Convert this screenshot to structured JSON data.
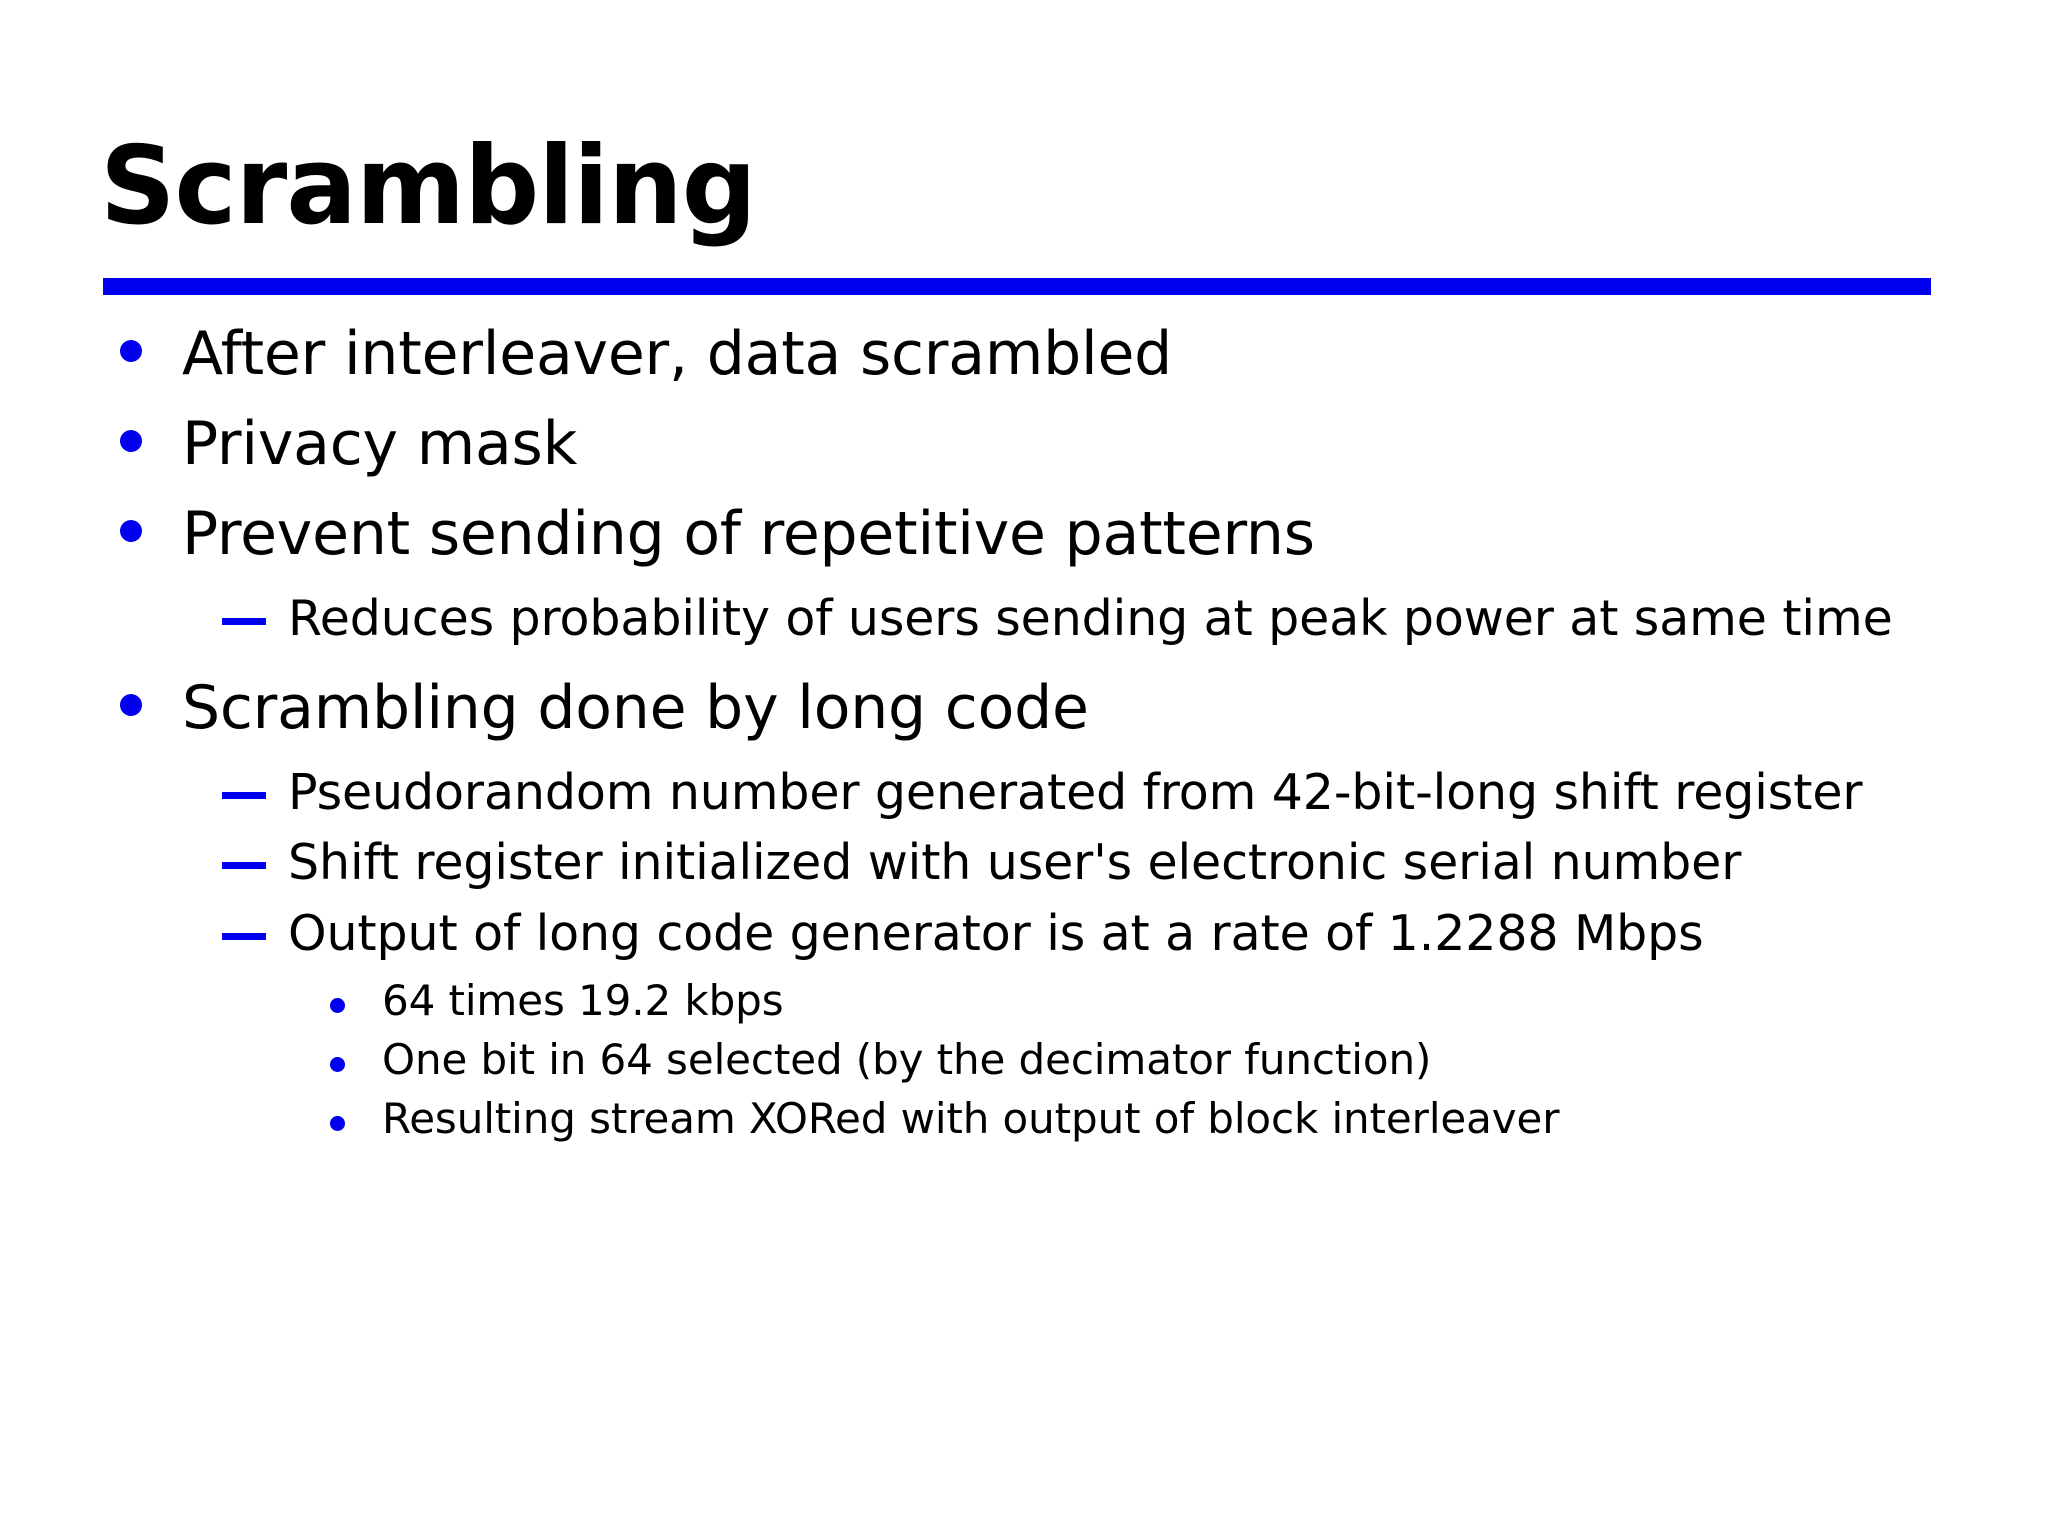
{
  "slide": {
    "title": "Scrambling",
    "accent_color": "#0000EE",
    "text_color": "#000000",
    "background_color": "#FFFFFF",
    "rule": {
      "name": "title-underline",
      "color": "#0000EE"
    },
    "bullets": [
      {
        "level": 1,
        "marker": "disc-bullet-icon",
        "text": "After interleaver, data scrambled"
      },
      {
        "level": 1,
        "marker": "disc-bullet-icon",
        "text": "Privacy mask"
      },
      {
        "level": 1,
        "marker": "disc-bullet-icon",
        "text": "Prevent sending of repetitive patterns"
      },
      {
        "level": 2,
        "marker": "dash-bullet-icon",
        "text": "Reduces probability of users sending at peak power at same time"
      },
      {
        "level": 1,
        "marker": "disc-bullet-icon",
        "text": "Scrambling done by long code"
      },
      {
        "level": 2,
        "marker": "dash-bullet-icon",
        "text": "Pseudorandom number generated from 42-bit-long shift register"
      },
      {
        "level": 2,
        "marker": "dash-bullet-icon",
        "text": "Shift register initialized with user's electronic serial number"
      },
      {
        "level": 2,
        "marker": "dash-bullet-icon",
        "text": "Output of long code generator is at a rate of 1.2288 Mbps"
      },
      {
        "level": 3,
        "marker": "small-disc-bullet-icon",
        "text": "64 times 19.2 kbps"
      },
      {
        "level": 3,
        "marker": "small-disc-bullet-icon",
        "text": "One bit in 64 selected (by the decimator function)"
      },
      {
        "level": 3,
        "marker": "small-disc-bullet-icon",
        "text": "Resulting stream XORed with output of block interleaver"
      }
    ]
  }
}
